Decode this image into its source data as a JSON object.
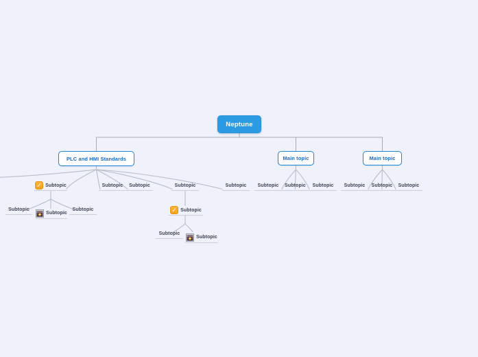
{
  "labels": {
    "root": "Neptune",
    "main_plc": "PLC and HMI Standards",
    "main_topic": "Main topic",
    "subtopic": "Subtopic"
  },
  "colors": {
    "background_color": "#eff1fb",
    "root_fill": "#2b9ce4",
    "root_text": "#ffffff",
    "main_border": "#2186d6",
    "main_text": "#1569cf",
    "subtopic_text": "#3b4250",
    "connector": "#a7aab1",
    "branch_curve": "#b7bdc8",
    "underline": "#c9cdd7",
    "checkbox_fill": "#f7a11a"
  },
  "icons": {
    "checkbox": "✓",
    "image": "picture-thumbnail"
  },
  "structure": {
    "root": "Neptune",
    "children": [
      {
        "label": "PLC and HMI Standards",
        "children": [
          {
            "label": "Subtopic",
            "icon": "checkbox",
            "children": [
              {
                "label": "Subtopic"
              },
              {
                "label": "Subtopic",
                "icon": "image"
              },
              {
                "label": "Subtopic"
              }
            ]
          },
          {
            "label": "Subtopic"
          },
          {
            "label": "Subtopic"
          },
          {
            "label": "Subtopic",
            "children": [
              {
                "label": "Subtopic",
                "icon": "checkbox",
                "children": [
                  {
                    "label": "Subtopic"
                  },
                  {
                    "label": "Subtopic",
                    "icon": "image"
                  }
                ]
              }
            ]
          },
          {
            "label": "Subtopic"
          }
        ]
      },
      {
        "label": "Main topic",
        "children": [
          {
            "label": "Subtopic"
          },
          {
            "label": "Subtopic"
          },
          {
            "label": "Subtopic"
          }
        ]
      },
      {
        "label": "Main topic",
        "children": [
          {
            "label": "Subtopic"
          },
          {
            "label": "Subtopic"
          },
          {
            "label": "Subtopic"
          }
        ]
      }
    ]
  }
}
